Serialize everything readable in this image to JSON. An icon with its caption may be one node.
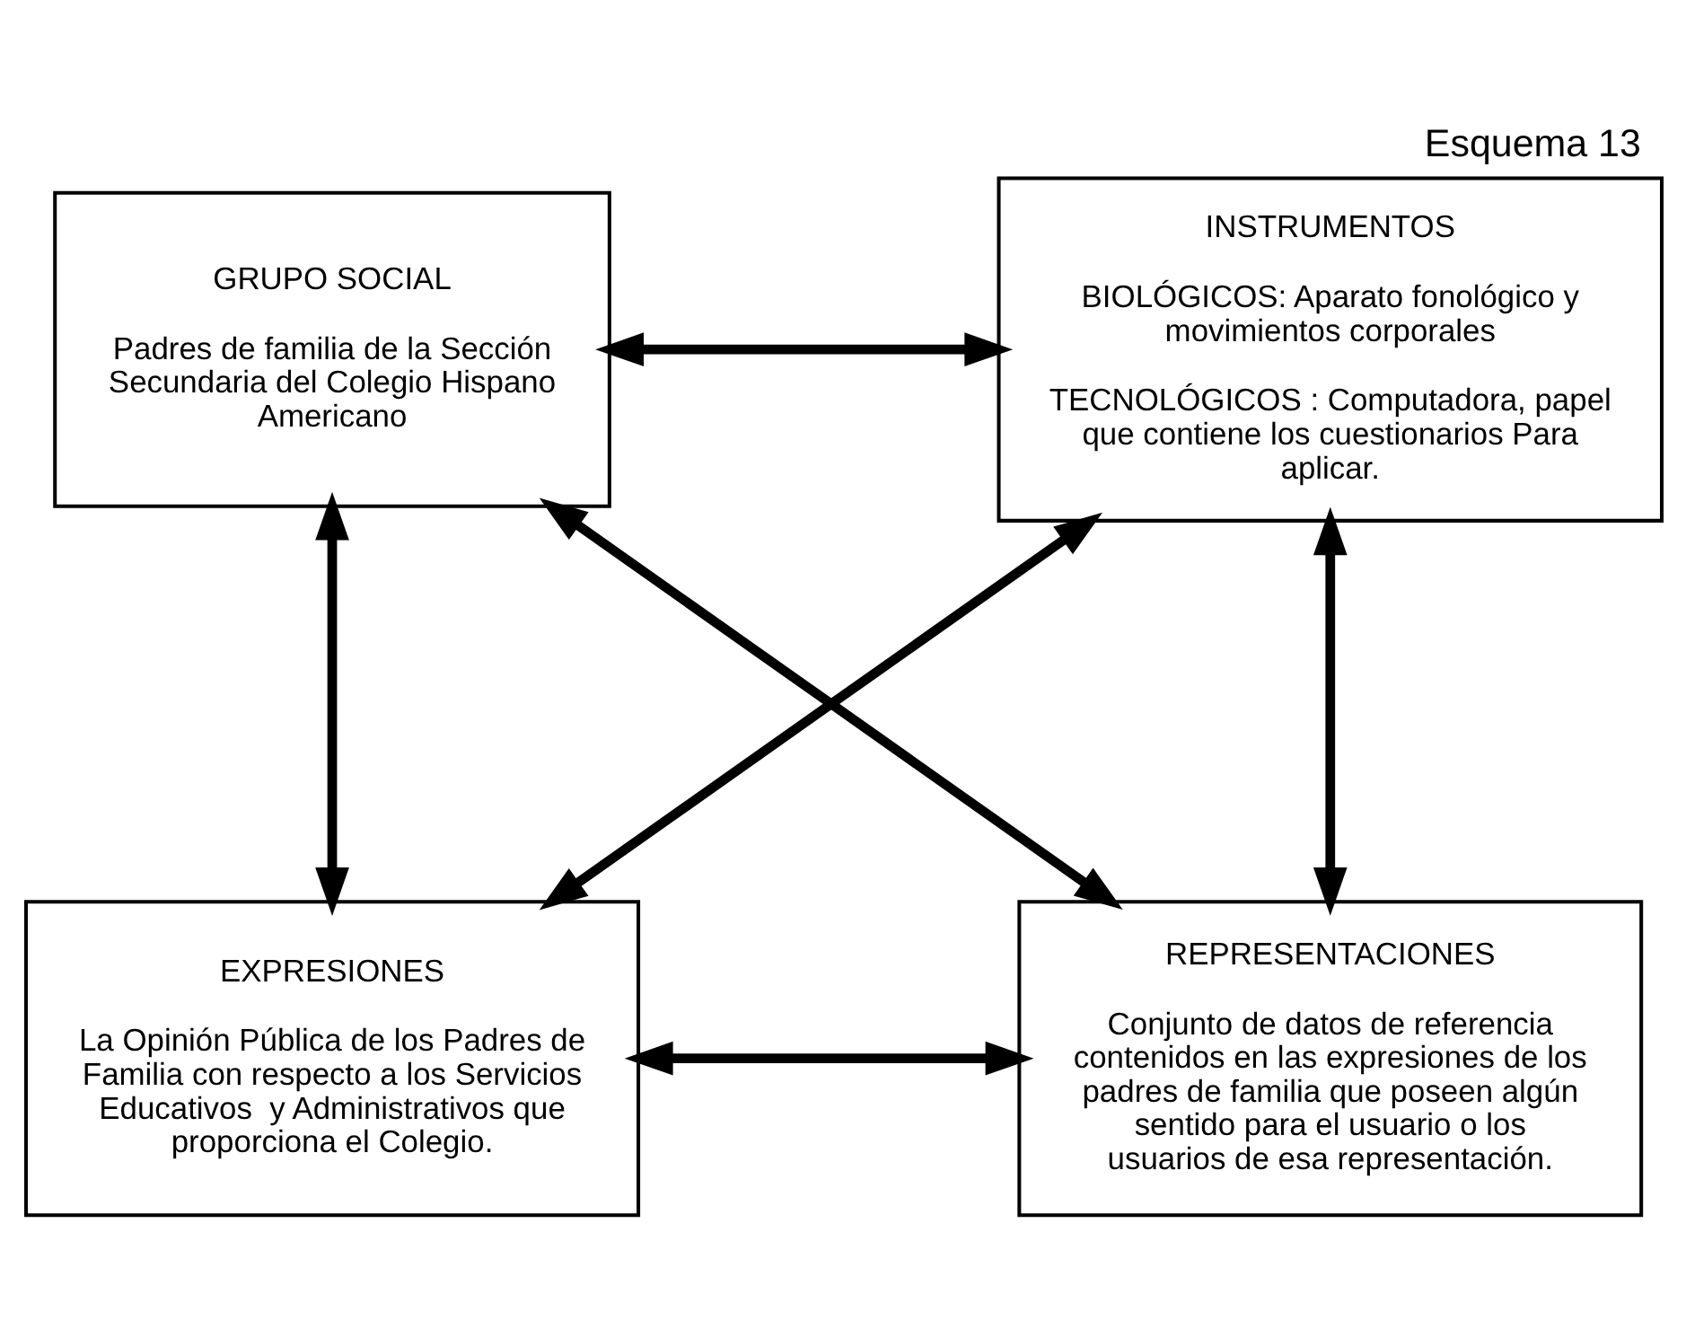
{
  "diagram": {
    "title": "Esquema 13",
    "nodes": [
      {
        "text": [
          "GRUPO SOCIAL",
          "Padres de familia de la Sección Secundaria del Colegio Hispano Americano"
        ]
      },
      {
        "text": [
          "INSTRUMENTOS",
          "BIOLÓGICOS: Aparato fonológico y movimientos corporales",
          "TECNOLÓGICOS : Computadora, papel que contiene los cuestionarios Para aplicar."
        ]
      },
      {
        "text": [
          "EXPRESIONES",
          "La Opinión Pública de los Padres de Familia con respecto a los Servicios Educativos  y Administrativos que proporciona el Colegio."
        ]
      },
      {
        "text": [
          "REPRESENTACIONES",
          "Conjunto de datos de referencia contenidos en las expresiones de los padres de familia que poseen algún sentido para el usuario o los usuarios de esa representación."
        ]
      }
    ],
    "edges": [
      {
        "from": 0,
        "to": 1,
        "arrow": "both"
      },
      {
        "from": 0,
        "to": 2,
        "arrow": "both"
      },
      {
        "from": 1,
        "to": 3,
        "arrow": "both"
      },
      {
        "from": 0,
        "to": 3,
        "arrow": "both"
      },
      {
        "from": 1,
        "to": 2,
        "arrow": "both"
      },
      {
        "from": 2,
        "to": 3,
        "arrow": "both"
      }
    ]
  }
}
